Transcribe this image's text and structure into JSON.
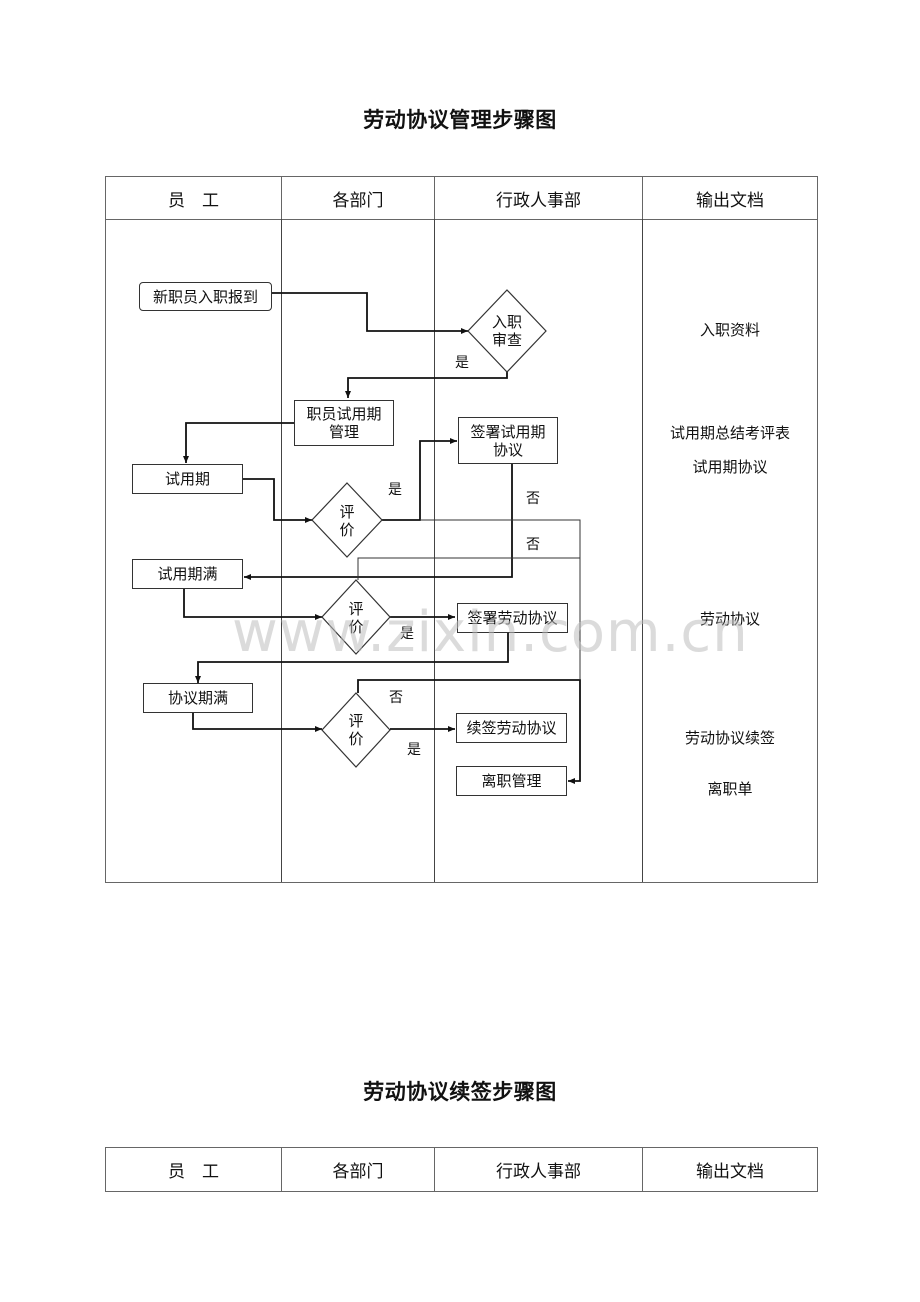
{
  "doc1": {
    "title": "劳动协议管理步骤图",
    "columns": [
      "员　工",
      "各部门",
      "行政人事部",
      "输出文档"
    ],
    "nodes": {
      "new_employee": "新职员入职报到",
      "onboard_review": "入职\n审查",
      "probation_mgmt": "职员试用期\n管理",
      "probation": "试用期",
      "eval1": "评\n价",
      "sign_probation": "签署试用期\n协议",
      "probation_end": "试用期满",
      "eval2": "评\n价",
      "sign_labor": "签署劳动协议",
      "contract_end": "协议期满",
      "eval3": "评\n价",
      "renew_labor": "续签劳动协议",
      "resign_mgmt": "离职管理"
    },
    "edge_labels": {
      "yes_review": "是",
      "yes_eval1": "是",
      "no_sign_probation": "否",
      "no_eval1": "否",
      "yes_eval2": "是",
      "no_eval3": "否",
      "yes_eval3": "是"
    },
    "outputs": [
      "入职资料",
      "试用期总结考评表",
      "试用期协议",
      "劳动协议",
      "劳动协议续签",
      "离职单"
    ]
  },
  "doc2": {
    "title": "劳动协议续签步骤图",
    "columns": [
      "员　工",
      "各部门",
      "行政人事部",
      "输出文档"
    ]
  },
  "watermark": "www.zixin.com.cn"
}
